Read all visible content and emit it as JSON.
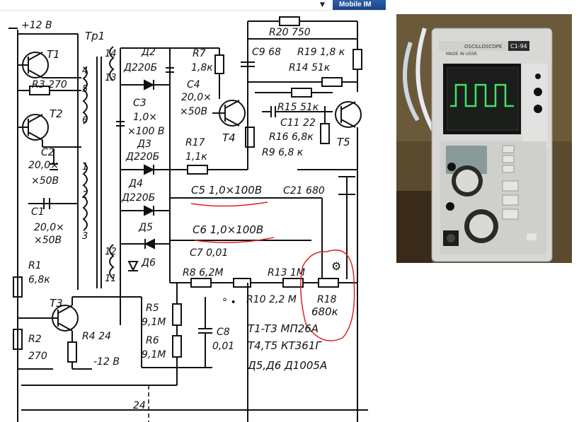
{
  "toolbar": {
    "mobile_label": "Mobile IM",
    "dropdown_icon": "chevron-down-icon"
  },
  "labels": {
    "plus12": "+12 В",
    "minus12": "-12 В",
    "tr1": "Tp1",
    "t1": "T1",
    "t2": "T2",
    "t3": "T3",
    "t4": "T4",
    "t5": "T5",
    "r3": "R3 270",
    "c2a": "C2",
    "c2b": "20,0×",
    "c2c": "×50В",
    "c1a": "C1",
    "c1b": "20,0×",
    "c1c": "×50В",
    "r1a": "R1",
    "r1b": "6,8к",
    "r2a": "R2",
    "r2b": "270",
    "r4": "R4 24",
    "w4": "4",
    "w5": "5",
    "w6": "6",
    "w1": "1",
    "w2": "2",
    "w3": "3",
    "w14": "14",
    "w13": "13",
    "w12": "12",
    "w11": "11",
    "d2a": "Д2",
    "d2b": "Д220Б",
    "c3a": "C3",
    "c3b": "1,0×",
    "c3c": "×100 В",
    "d3a": "Д3",
    "d3b": "Д220Б",
    "d4a": "Д4",
    "d4b": "Д220Б",
    "d5": "Д5",
    "d6": "Д6",
    "r7a": "R7",
    "r7b": "1,8к",
    "c4a": "C4",
    "c4b": "20,0×",
    "c4c": "×50В",
    "r17a": "R17",
    "r17b": "1,1к",
    "c5": "C5  1,0×100В",
    "c6": "C6  1,0×100В",
    "c7": "C7  0,01",
    "c21": "C21  680",
    "r20": "R20  750",
    "c9": "C9  68",
    "r19": "R19  1,8 к",
    "r14": "R14  51к",
    "r15": "R15 51к",
    "c11": "C11  22",
    "r16": "R16  6,8к",
    "r9": "R9  6,8 к",
    "r8": "R8  6,2М",
    "r13": "R13  1М",
    "r10": "R10  2,2 М",
    "r18a": "R18",
    "r18b": "680к",
    "r5a": "R5",
    "r5b": "9,1М",
    "r6a": "R6",
    "r6b": "9,1М",
    "c8a": "C8",
    "c8b": "0,01",
    "note1": "T1-T3  МП26А",
    "note2": "T4,T5  КТ361Г",
    "note3": "Д5,Д6  Д1005А",
    "num24": "24"
  },
  "photo": {
    "brand": "OSCILLOSCOPE",
    "model": "C1-94",
    "made_in": "MADE IN USSR",
    "trace_color": "#3fe36a",
    "casing_color": "#d8d8d6"
  }
}
